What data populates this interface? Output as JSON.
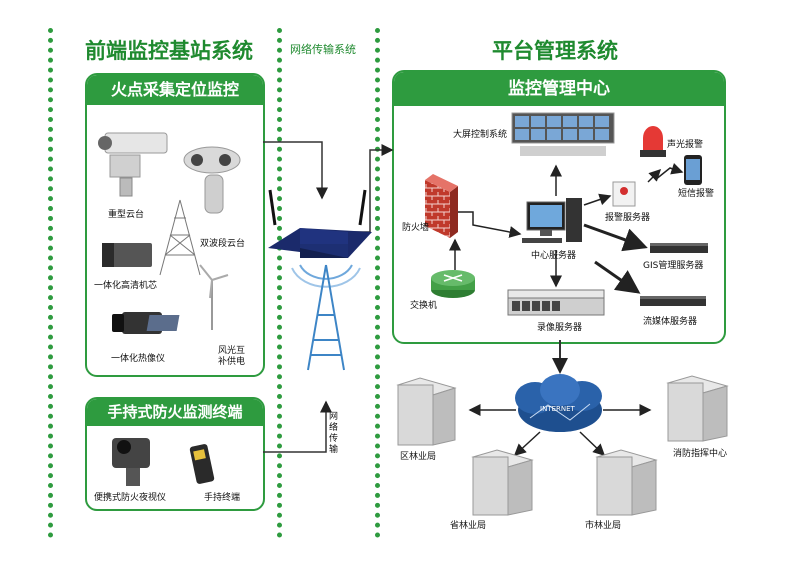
{
  "sections": {
    "frontend": "前端监控基站系统",
    "network": "网络传输系统",
    "platform": "平台管理系统"
  },
  "panels": {
    "fire": "火点采集定位监控",
    "handheld": "手持式防火监测终端",
    "center": "监控管理中心"
  },
  "devices": {
    "heavy_ptz": "重型云台",
    "dual_ptz": "双波段云台",
    "hd_core": "一体化高清机芯",
    "thermal": "一体化热像仪",
    "wind_solar": "风光互\n补供电",
    "night_vision": "便携式防火夜视仪",
    "handset": "手持终端"
  },
  "vertical_label": "网络传输",
  "center_nodes": {
    "bigscreen": "大屏控制系统",
    "alarm_light": "声光报警",
    "sms": "短信报警",
    "alarm_server": "报警服务器",
    "firewall": "防火墙",
    "central_server": "中心服务器",
    "gis_server": "GIS管理服务器",
    "switch": "交换机",
    "record_server": "录像服务器",
    "media_server": "流媒体服务器"
  },
  "internet": "INTERNET",
  "bureaus": {
    "district": "区林业局",
    "province": "省林业局",
    "city": "市林业局",
    "fire_command": "消防指挥中心"
  },
  "colors": {
    "green": "#2e9b3f",
    "dark_green": "#1f8a2f",
    "firewall_red": "#c0392b",
    "router": "#1b2a6b",
    "cloud": "#1e4f8f"
  }
}
